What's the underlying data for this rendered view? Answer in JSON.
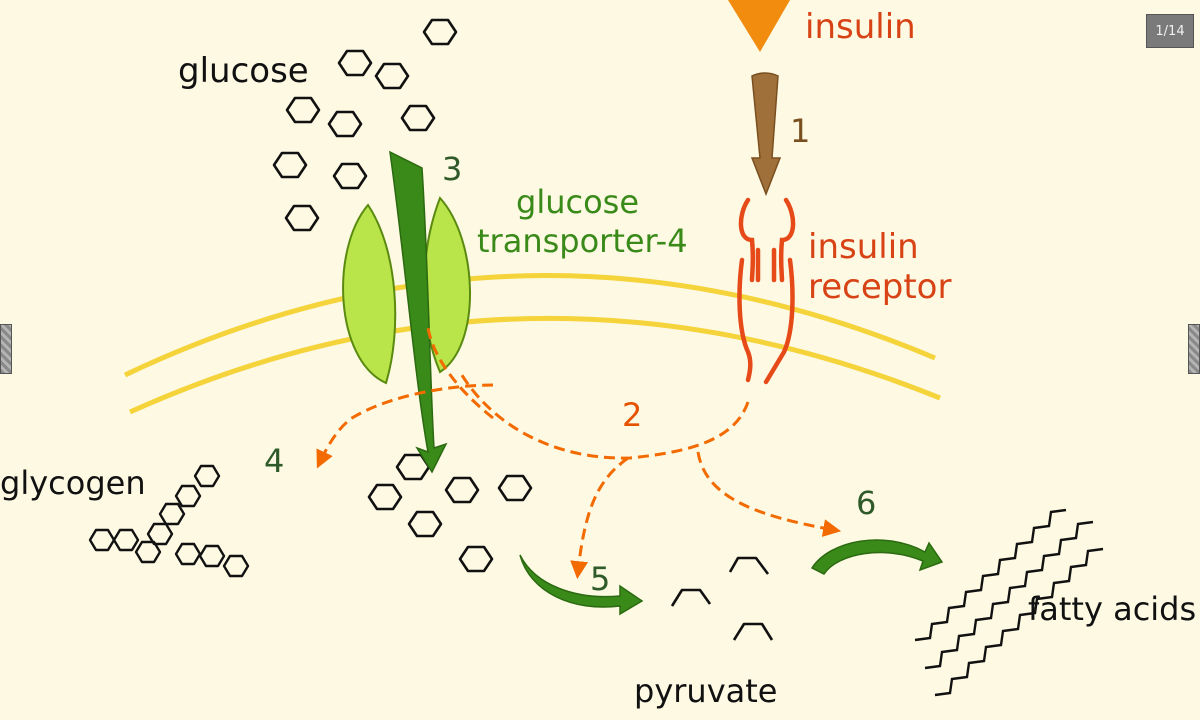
{
  "labels": {
    "glucose": "glucose",
    "insulin": "insulin",
    "insulin_receptor_line1": "insulin",
    "insulin_receptor_line2": "receptor",
    "glut4_line1": "glucose",
    "glut4_line2": "transporter-4",
    "glycogen": "glycogen",
    "pyruvate": "pyruvate",
    "fatty_acids": "fatty acids"
  },
  "steps": {
    "s1": "1",
    "s2": "2",
    "s3": "3",
    "s4": "4",
    "s5": "5",
    "s6": "6"
  },
  "viewer": {
    "page_counter": "1/14"
  },
  "colors": {
    "background": "#fdf9e3",
    "insulin": "#f26a00",
    "receptor": "#d84315",
    "glut": "#3a8a1a",
    "glut_protein": "#b9e44a",
    "membrane": "#f5d33a",
    "step_green": "#2f5a2a",
    "step_brown": "#7a4f20",
    "step_orange": "#e65100"
  }
}
